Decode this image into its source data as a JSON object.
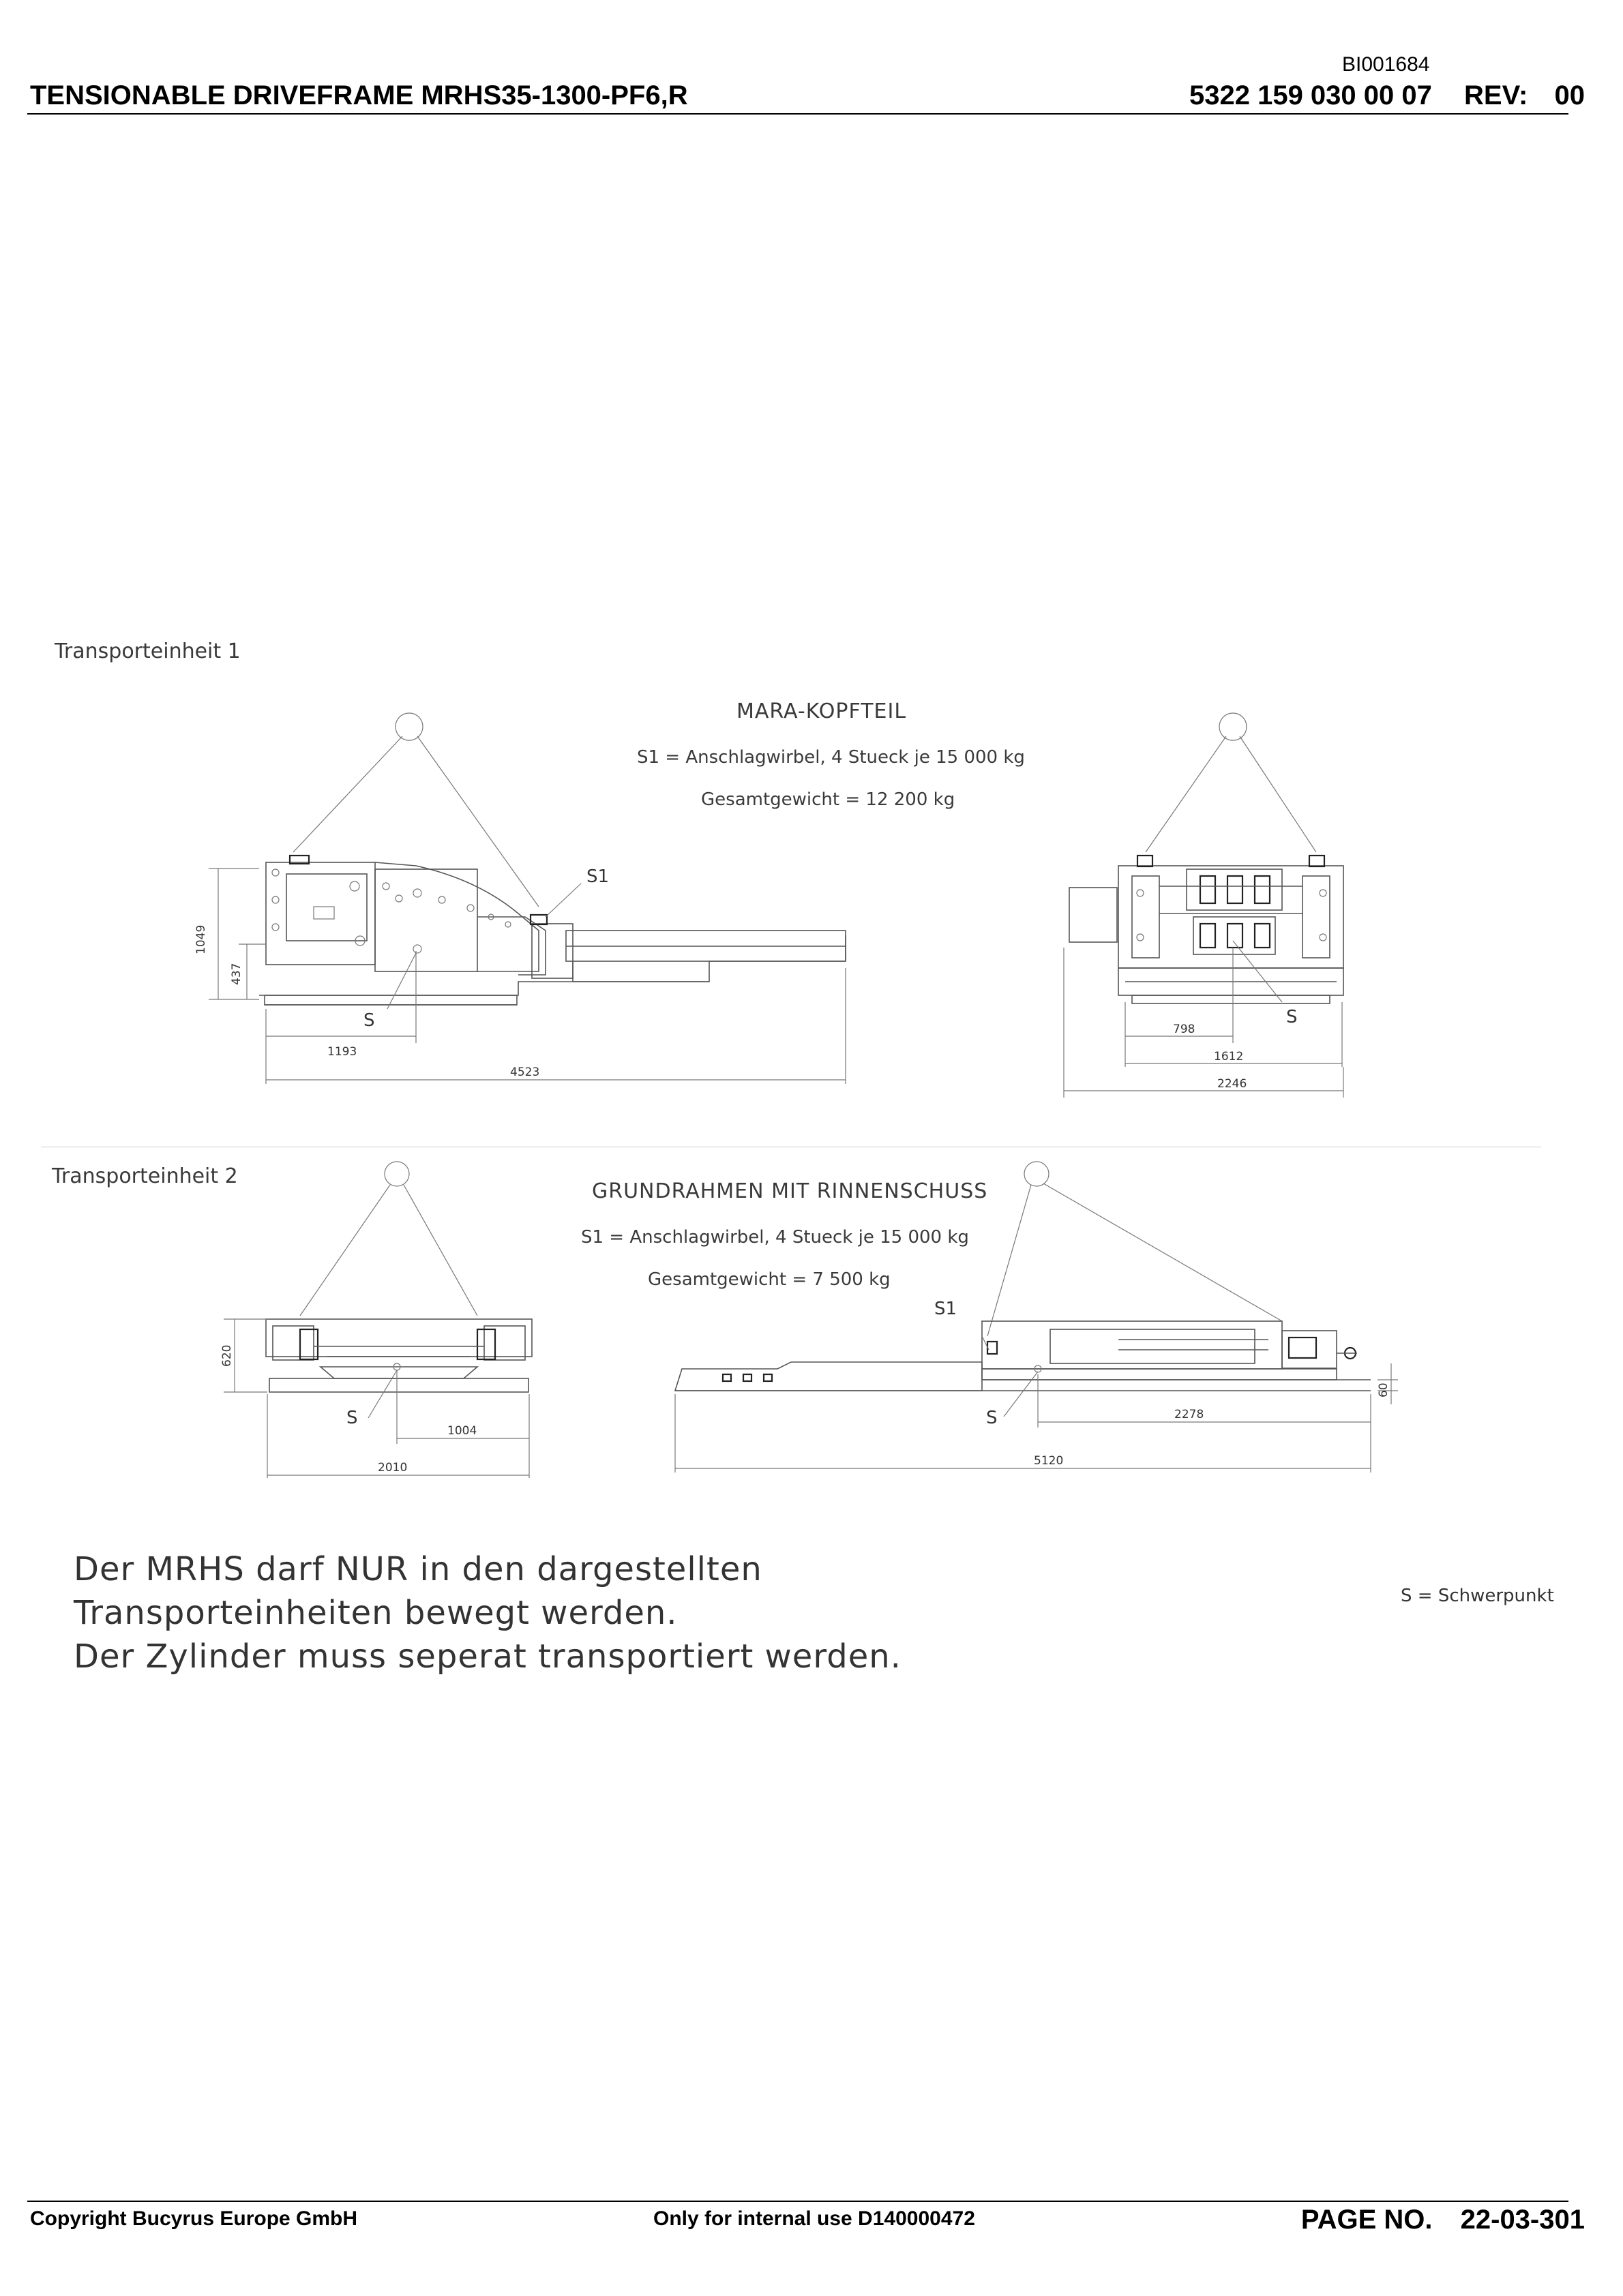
{
  "header": {
    "doc_code": "BI001684",
    "title": "TENSIONABLE DRIVEFRAME MRHS35-1300-PF6,R",
    "part_no": "5322 159 030 00 07",
    "rev_label": "REV:",
    "rev_value": "00"
  },
  "unit1": {
    "label": "Transporteinheit 1",
    "name": "MARA-KOPFTEIL",
    "note_s1": "S1 = Anschlagwirbel, 4 Stueck je 15 000 kg",
    "weight": "Gesamtgewicht = 12 200 kg",
    "s1": "S1",
    "s": "S",
    "s_right": "S",
    "dims": {
      "height": "1049",
      "cg_height": "437",
      "cg_x": "1193",
      "length": "4523",
      "right_cg": "798",
      "right_inner": "1612",
      "right_width": "2246"
    }
  },
  "unit2": {
    "label": "Transporteinheit 2",
    "name": "GRUNDRAHMEN MIT RINNENSCHUSS",
    "note_s1": "S1 = Anschlagwirbel, 4 Stueck je 15 000 kg",
    "weight": "Gesamtgewicht = 7 500 kg",
    "s1": "S1",
    "s": "S",
    "s_right": "S",
    "dims": {
      "height": "620",
      "cg_x": "1004",
      "width": "2010",
      "cg_right": "2278",
      "length": "5120",
      "offset": "60"
    }
  },
  "notice": {
    "line1": "Der MRHS darf NUR in den dargestellten",
    "line2": "Transporteinheiten bewegt werden.",
    "line3": "Der Zylinder muss seperat transportiert werden."
  },
  "legend": "S = Schwerpunkt",
  "footer": {
    "copyright": "Copyright Bucyrus Europe GmbH",
    "internal": "Only for internal use D140000472",
    "page_label": "PAGE NO.",
    "page_value": "22-03-301"
  }
}
